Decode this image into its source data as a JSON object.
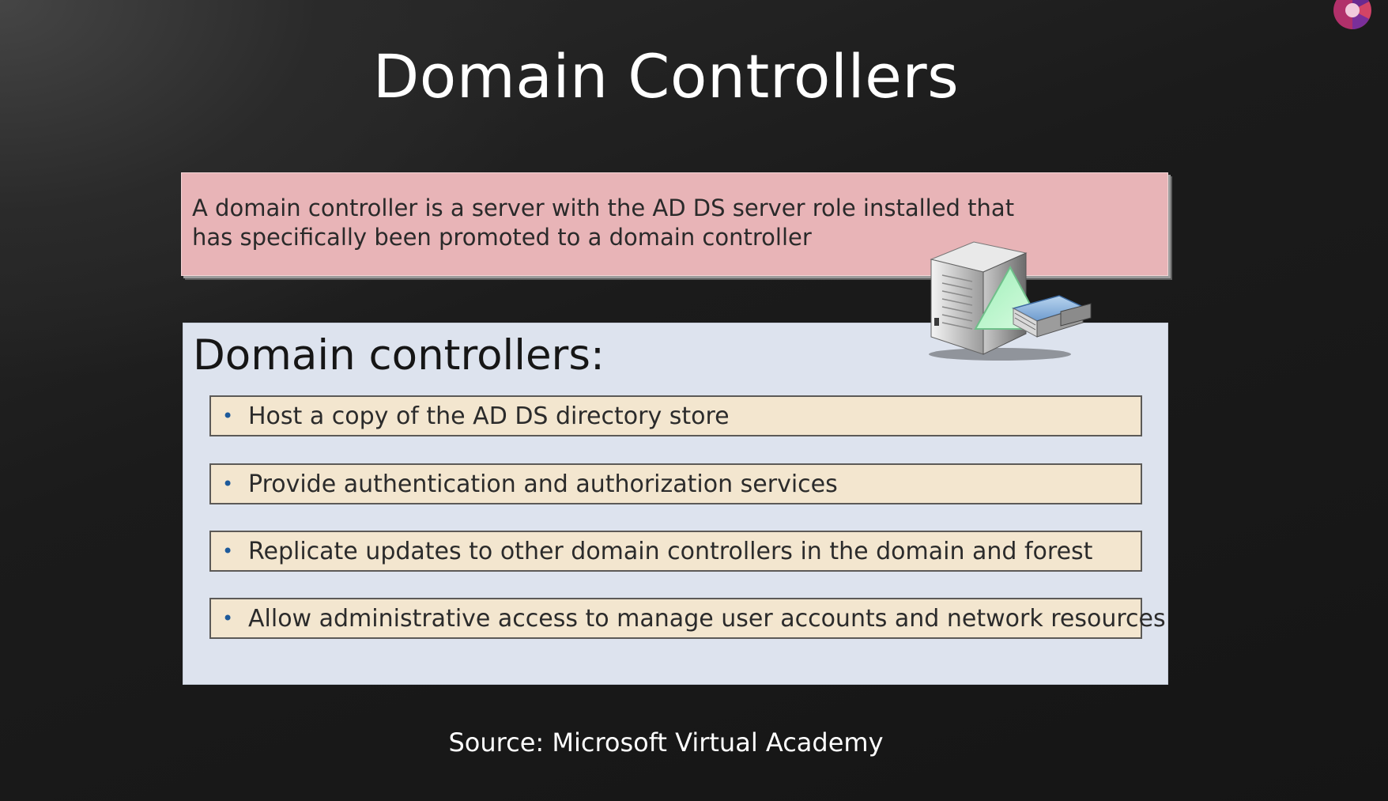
{
  "slide": {
    "title": "Domain Controllers",
    "definition": "A domain controller is a server with the AD DS server role installed that has specifically been promoted to a domain controller",
    "panel_heading": "Domain controllers:",
    "bullets": [
      "Host a copy of the AD DS directory store",
      "Provide authentication and authorization services",
      "Replicate updates to other domain controllers in the domain and forest",
      "Allow administrative access to manage user accounts and network resources"
    ],
    "bullet_glyph": "•",
    "source": "Source: Microsoft Virtual Academy"
  },
  "colors": {
    "background": "#1b1b1b",
    "definition_box": "#e8b4b7",
    "panel": "#dde3ee",
    "bullet_box": "#f3e6cf",
    "bullet_dot": "#1d5a9b",
    "title_text": "#ffffff"
  },
  "icons": {
    "logo": "circular-logo-icon",
    "server": "server-with-directory-icon"
  }
}
